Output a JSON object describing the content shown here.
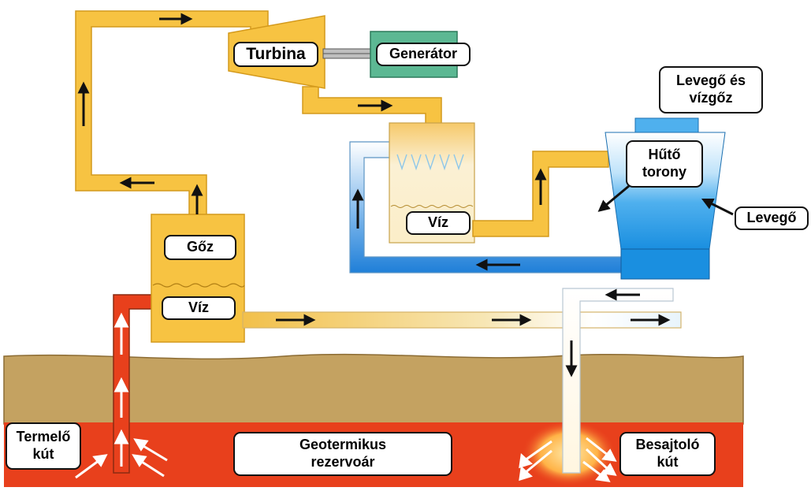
{
  "labels": {
    "turbine": "Turbina",
    "generator": "Generátor",
    "air_and_vapor": "Levegő és\nvízgőz",
    "cooling_tower": "Hűtő\ntorony",
    "air": "Levegő",
    "condenser_water": "Víz",
    "steam": "Gőz",
    "separator_water": "Víz",
    "production_well": "Termelő\nkút",
    "geothermal_reservoir": "Geotermikus\nrezervoár",
    "injection_well": "Besajtoló\nkút"
  },
  "colors": {
    "steam_pipe": "#f7c342",
    "steam_pipe_edge": "#d49a1c",
    "cold_water": "#1c7ed6",
    "hot_brine": "#e8401c",
    "ground": "#c4a261",
    "reservoir": "#e8401c",
    "generator": "#5cb893"
  }
}
